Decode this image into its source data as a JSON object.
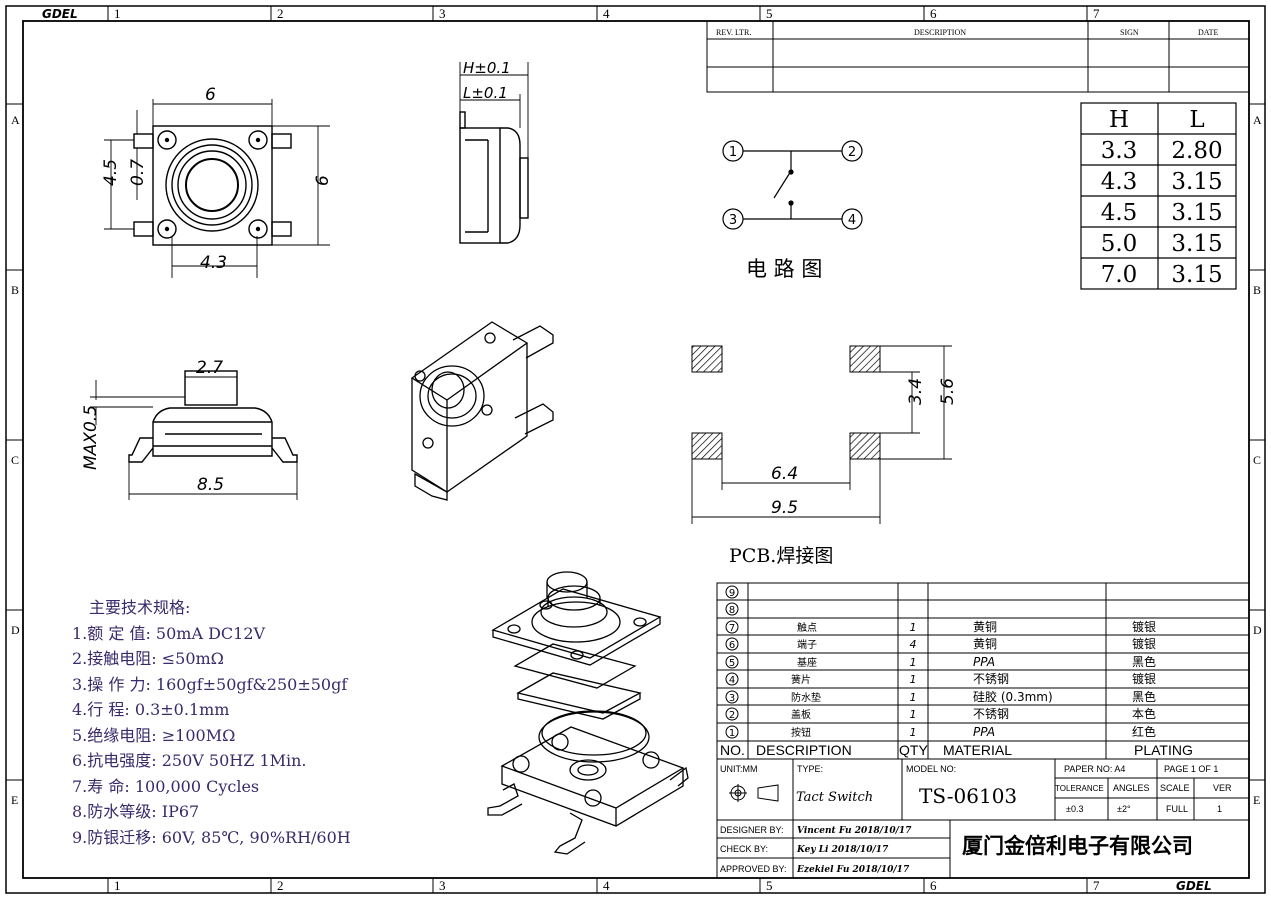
{
  "frame": {
    "columns": [
      "1",
      "2",
      "3",
      "4",
      "5",
      "6",
      "7"
    ],
    "rows": [
      "A",
      "B",
      "C",
      "D",
      "E"
    ],
    "corner_label": "GDEL"
  },
  "revision_block": {
    "headers": [
      "REV. LTR.",
      "DESCRIPTION",
      "SIGN",
      "DATE"
    ]
  },
  "views": {
    "top": {
      "dims": [
        "6",
        "6",
        "4.5",
        "0.7",
        "4.3"
      ]
    },
    "side": {
      "dims": [
        "H±0.1",
        "L±0.1"
      ]
    },
    "front": {
      "dims": [
        "2.7",
        "8.5",
        "MAX0.5"
      ]
    },
    "pcb": {
      "dims": [
        "3.4",
        "5.6",
        "6.4",
        "9.5"
      ],
      "caption": "PCB.焊接图"
    }
  },
  "height_table": {
    "headers": [
      "H",
      "L"
    ],
    "rows": [
      [
        "3.3",
        "2.80"
      ],
      [
        "4.3",
        "3.15"
      ],
      [
        "4.5",
        "3.15"
      ],
      [
        "5.0",
        "3.15"
      ],
      [
        "7.0",
        "3.15"
      ]
    ]
  },
  "circuit": {
    "pins": [
      "1",
      "2",
      "3",
      "4"
    ],
    "caption": "电 路 图"
  },
  "specs": {
    "title": "主要技术规格:",
    "items": [
      "1.额 定 值: 50mA DC12V",
      "2.接触电阻: ≤50mΩ",
      "3.操 作 力: 160gf±50gf&250±50gf",
      "4.行    程: 0.3±0.1mm",
      "5.绝缘电阻: ≥100MΩ",
      "6.抗电强度: 250V 50HZ 1Min.",
      "7.寿    命: 100,000 Cycles",
      "8.防水等级: IP67",
      "9.防银迁移: 60V, 85℃, 90%RH/60H"
    ]
  },
  "bom": {
    "rows": [
      {
        "no": "9",
        "desc": "",
        "qty": "",
        "material": "",
        "plating": ""
      },
      {
        "no": "8",
        "desc": "",
        "qty": "",
        "material": "",
        "plating": ""
      },
      {
        "no": "7",
        "desc": "触点",
        "qty": "1",
        "material": "黄铜",
        "plating": "镀银"
      },
      {
        "no": "6",
        "desc": "端子",
        "qty": "4",
        "material": "黄铜",
        "plating": "镀银"
      },
      {
        "no": "5",
        "desc": "基座",
        "qty": "1",
        "material": "PPA",
        "plating": "黑色"
      },
      {
        "no": "4",
        "desc": "簧片",
        "qty": "1",
        "material": "不锈钢",
        "plating": "镀银"
      },
      {
        "no": "3",
        "desc": "防水垫",
        "qty": "1",
        "material": "硅胶 (0.3mm)",
        "plating": "黑色"
      },
      {
        "no": "2",
        "desc": "盖板",
        "qty": "1",
        "material": "不锈钢",
        "plating": "本色"
      },
      {
        "no": "1",
        "desc": "按钮",
        "qty": "1",
        "material": "PPA",
        "plating": "红色"
      }
    ],
    "header": {
      "no": "NO.",
      "desc": "DESCRIPTION",
      "qty": "QTY",
      "material": "MATERIAL",
      "plating": "PLATING"
    }
  },
  "title_block": {
    "unit_label": "UNIT:MM",
    "type_label": "TYPE:",
    "type_value": "Tact Switch",
    "model_label": "MODEL NO:",
    "model_value": "TS-06103",
    "paper_label": "PAPER NO: A4",
    "page_label": "PAGE 1 OF 1",
    "tolerance_label": "TOLERANCE",
    "angles_label": "ANGLES",
    "scale_label": "SCALE",
    "ver_label": "VER",
    "tolerance_value": "±0.3",
    "angles_value": "±2°",
    "scale_value": "FULL",
    "ver_value": "1",
    "designer_label": "DESIGNER BY:",
    "designer_value": "Vincent Fu 2018/10/17",
    "check_label": "CHECK   BY:",
    "check_value": "Key Li 2018/10/17",
    "approved_label": "APPROVED BY:",
    "approved_value": "Ezekiel Fu 2018/10/17",
    "company": "厦门金倍利电子有限公司"
  }
}
